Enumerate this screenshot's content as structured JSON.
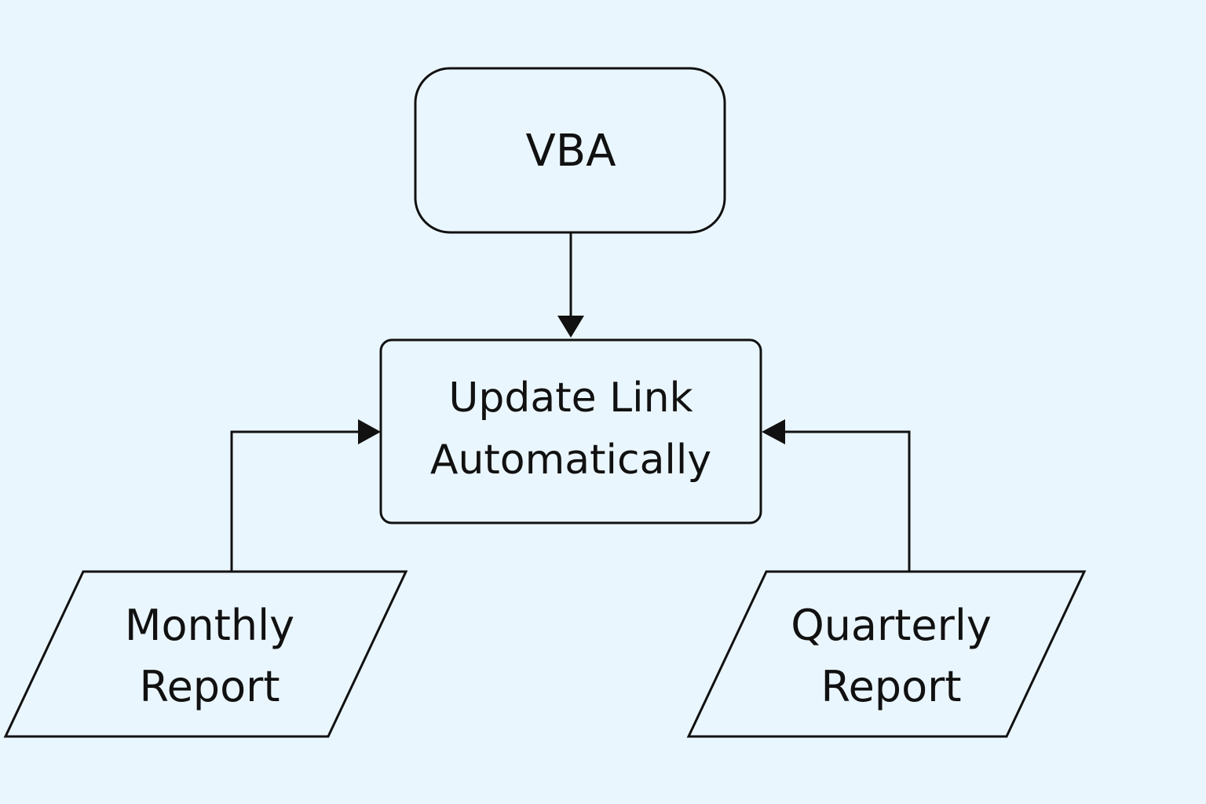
{
  "diagram": {
    "nodes": {
      "vba": {
        "label": "VBA"
      },
      "update": {
        "line1": "Update Link",
        "line2": "Automatically"
      },
      "monthly": {
        "line1": "Monthly",
        "line2": "Report"
      },
      "quarterly": {
        "line1": "Quarterly",
        "line2": "Report"
      }
    },
    "edges": [
      {
        "from": "VBA",
        "to": "Update Link Automatically"
      },
      {
        "from": "Monthly Report",
        "to": "Update Link Automatically"
      },
      {
        "from": "Quarterly Report",
        "to": "Update Link Automatically"
      }
    ]
  },
  "colors": {
    "background": "#eaf6fd",
    "stroke": "#111111",
    "text": "#111111"
  }
}
